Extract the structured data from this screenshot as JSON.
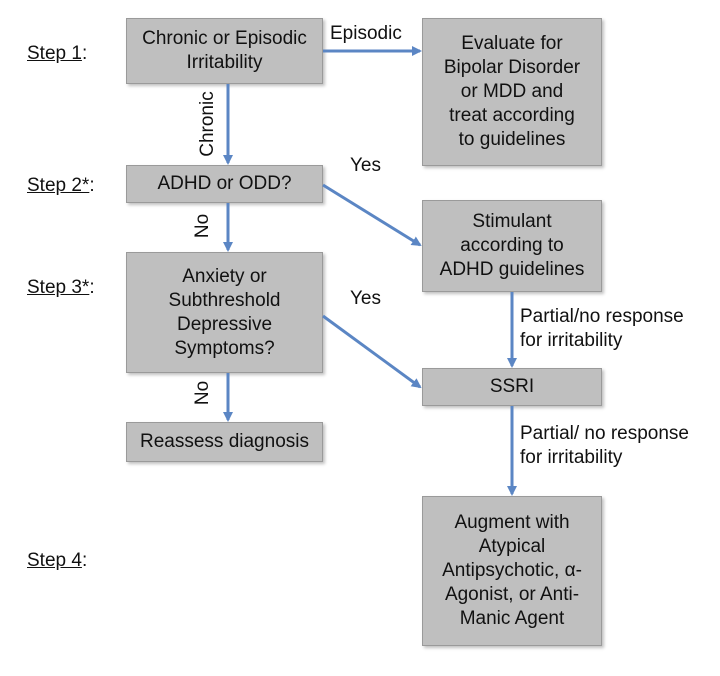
{
  "steps": {
    "s1": {
      "label": "Step 1",
      "suffix": ":"
    },
    "s2": {
      "label": "Step 2*",
      "suffix": ":"
    },
    "s3": {
      "label": "Step 3*",
      "suffix": ":"
    },
    "s4": {
      "label": "Step 4",
      "suffix": ":"
    }
  },
  "boxes": {
    "chronic_episodic": "Chronic or Episodic\nIrritability",
    "evaluate": "Evaluate for\nBipolar Disorder\nor MDD and\ntreat according\nto guidelines",
    "adhd_odd": "ADHD or ODD?",
    "stimulant": "Stimulant\naccording to\nADHD guidelines",
    "anxiety": "Anxiety or\nSubthreshold\nDepressive\nSymptoms?",
    "ssri": "SSRI",
    "reassess": "Reassess diagnosis",
    "augment": "Augment with\nAtypical\nAntipsychotic, α-\nAgonist, or Anti-\nManic Agent"
  },
  "edge_labels": {
    "episodic": "Episodic",
    "chronic": "Chronic",
    "yes_adhd": "Yes",
    "no_adhd": "No",
    "yes_anxiety": "Yes",
    "no_anxiety": "No",
    "partial_1": "Partial/no response\nfor irritability",
    "partial_2": "Partial/ no response\nfor irritability"
  },
  "colors": {
    "box_fill": "#bfbfbf",
    "arrow": "#5b86c4"
  }
}
